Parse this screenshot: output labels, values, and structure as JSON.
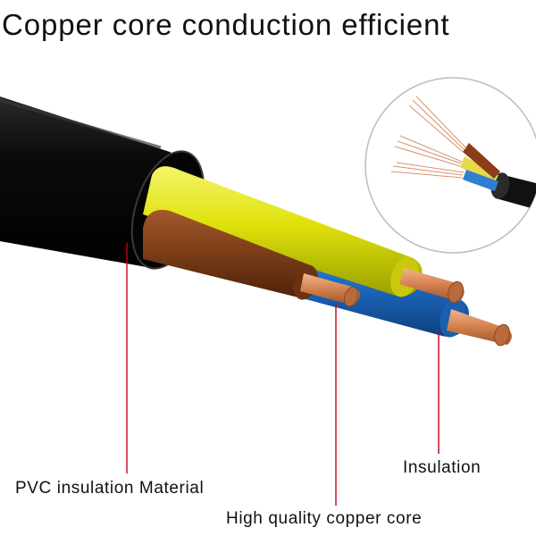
{
  "headline": "Copper core conduction efficient",
  "callouts": {
    "pvc": "PVC insulation Material",
    "insulation": "Insulation",
    "copper_core": "High quality copper core"
  },
  "colors": {
    "outer_sheath": "#0d0d0d",
    "earth_wire": "#e1e30c",
    "live_wire": "#7a3e1a",
    "neutral_wire": "#1f72c6",
    "copper": "#d88a58",
    "leader_line": "#c0001a"
  }
}
